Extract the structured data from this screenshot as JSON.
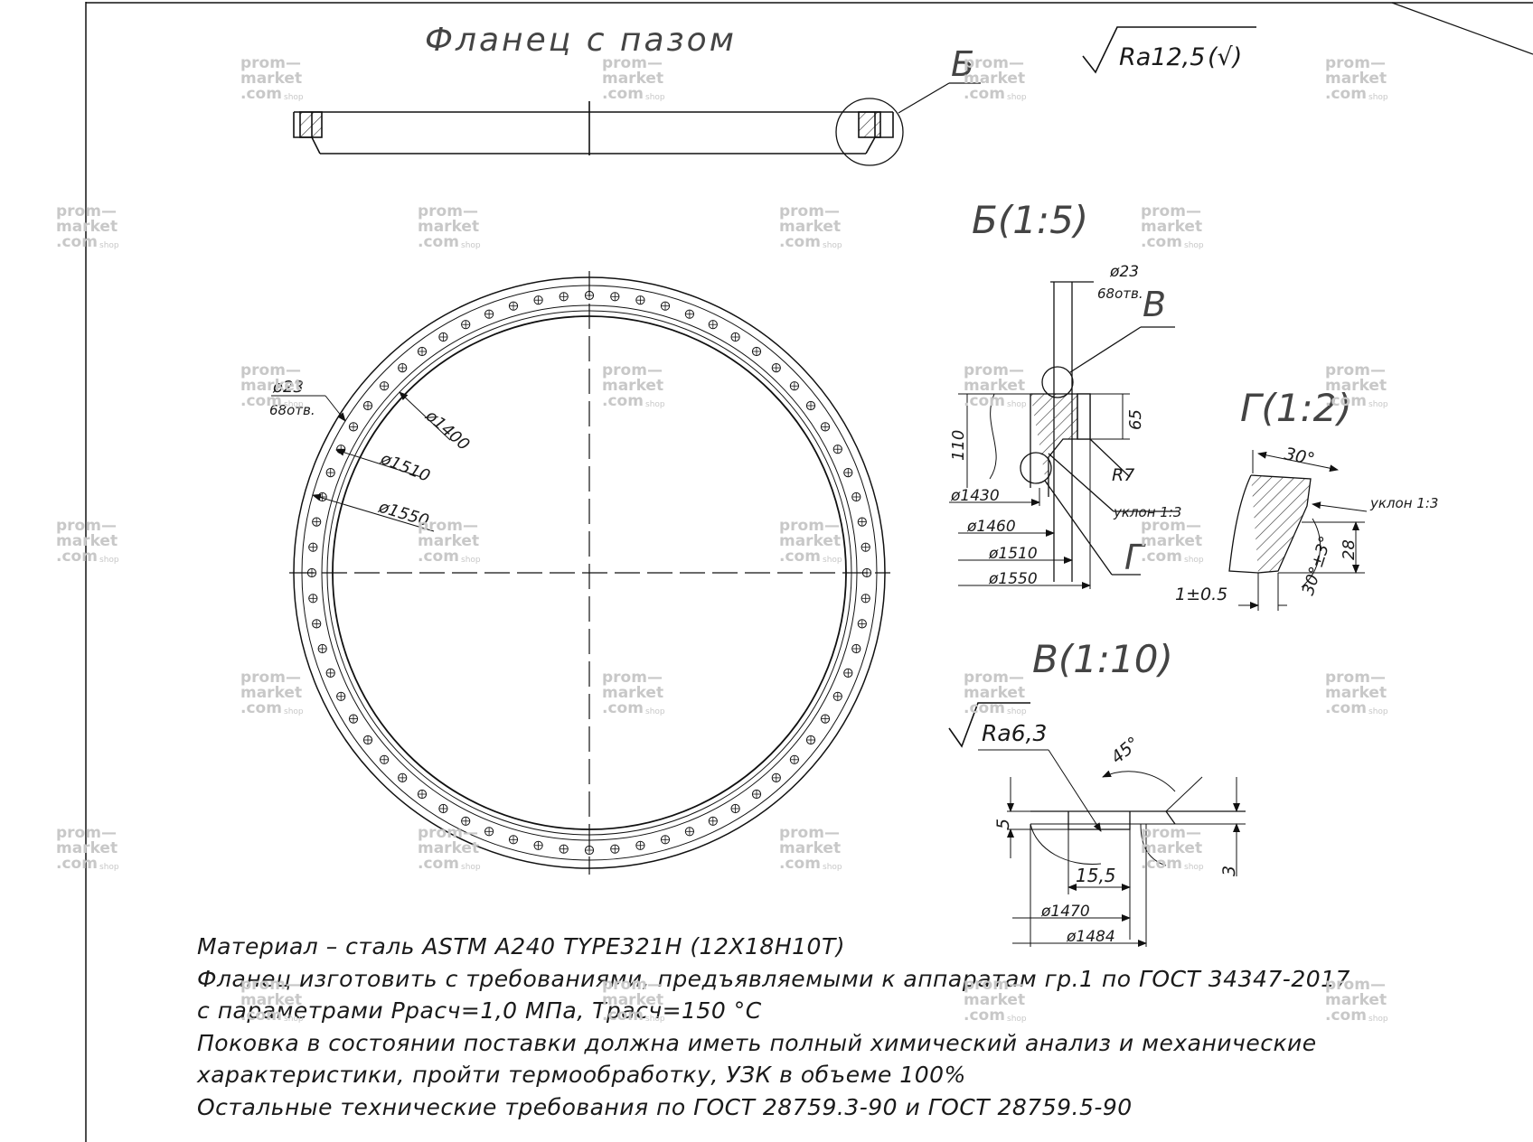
{
  "title": "Фланец  с  пазом",
  "roughness_general": "Ra12,5",
  "roughness_general_mark": "(√)",
  "roughness_groove": "Ra6,3",
  "callouts": {
    "b": "Б",
    "v": "В",
    "g": "Г"
  },
  "views": {
    "b": "Б(1:5)",
    "g": "Г(1:2)",
    "v": "В(1:10)"
  },
  "main_view": {
    "holes_dia": "ø23",
    "holes_count": "68отв.",
    "d1400": "ø1400",
    "d1510": "ø1510",
    "d1550": "ø1550",
    "hole_count_value": 68
  },
  "section_b": {
    "holes_dia": "ø23",
    "holes_count": "68отв.",
    "h110": "110",
    "h65": "65",
    "r7": "R7",
    "slope": "уклон 1:3",
    "d1430": "ø1430",
    "d1460": "ø1460",
    "d1510": "ø1510",
    "d1550": "ø1550"
  },
  "detail_g": {
    "angle30": "30°",
    "slope": "уклон 1:3",
    "angle30tol": "30°±3°",
    "h28": "28",
    "w1": "1±0.5"
  },
  "detail_v": {
    "angle45": "45°",
    "h5": "5",
    "h3": "3",
    "w15": "15,5",
    "d1470": "ø1470",
    "d1484": "ø1484"
  },
  "notes": [
    "Материал – сталь ASTM A240 TYPE321H (12Х18Н10Т)",
    "Фланец изготовить с требованиями, предъявляемыми к аппаратам гр.1 по ГОСТ 34347-2017",
    "с параметрами Ррасч=1,0 МПа, Трасч=150 °С",
    "Поковка  в состоянии поставки должна иметь полный химический анализ и механические",
    "характеристики, пройти термообработку, УЗК в объеме 100%",
    "Остальные технические требования по ГОСТ 28759.3-90 и ГОСТ 28759.5-90"
  ],
  "watermark": {
    "l1": "prom—",
    "l2": "market",
    "l3": ".com",
    "l4": "shop"
  }
}
